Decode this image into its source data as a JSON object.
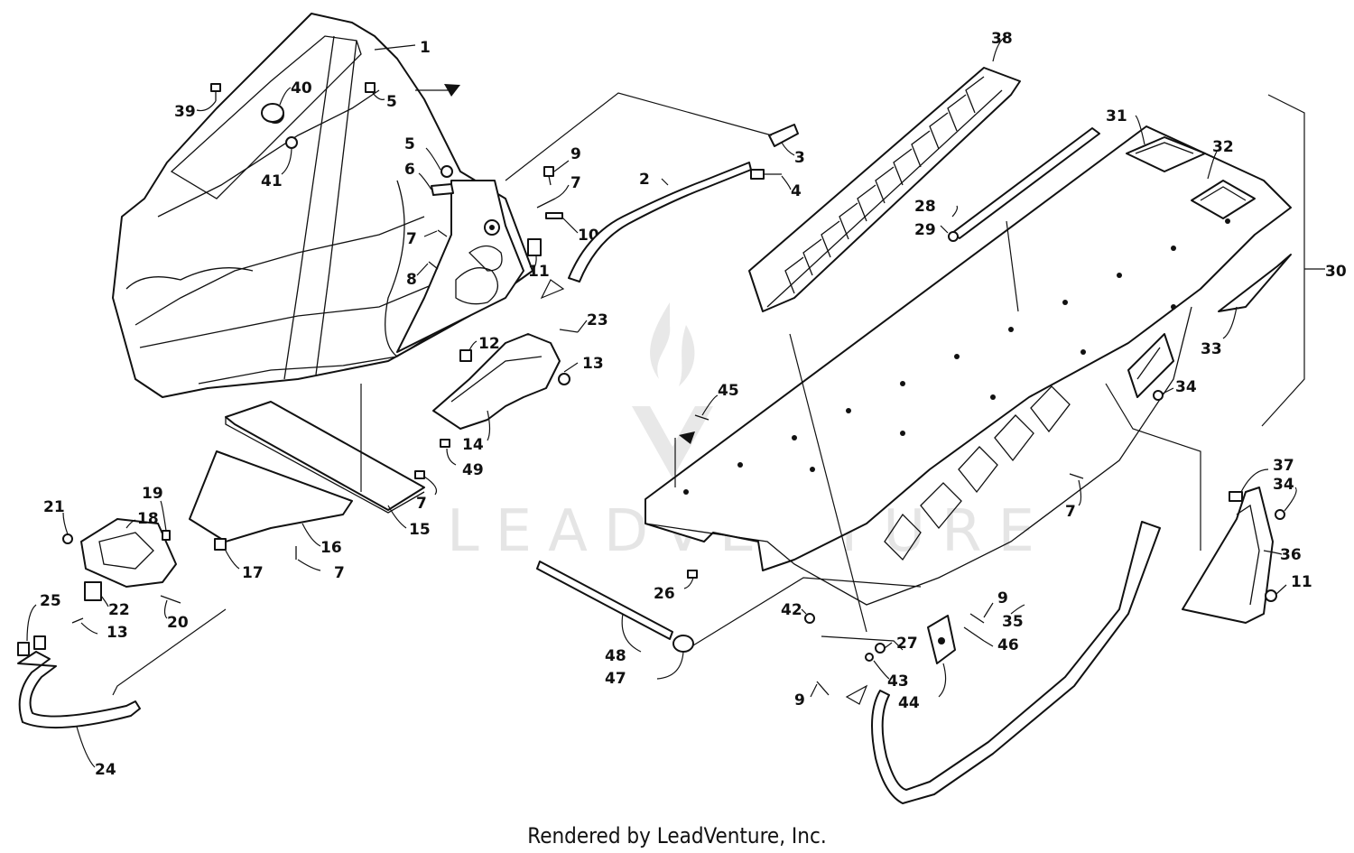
{
  "watermark": {
    "text": "LEADVENTURE"
  },
  "footer": {
    "text": "Rendered by LeadVenture, Inc."
  },
  "callouts": {
    "c1": "1",
    "c2": "2",
    "c3": "3",
    "c4": "4",
    "c5a": "5",
    "c5b": "5",
    "c6": "6",
    "c7a": "7",
    "c7b": "7",
    "c7c": "7",
    "c7d": "7",
    "c7e": "7",
    "c8": "8",
    "c9a": "9",
    "c9b": "9",
    "c9c": "9",
    "c10": "10",
    "c11a": "11",
    "c11b": "11",
    "c12": "12",
    "c13a": "13",
    "c13b": "13",
    "c14": "14",
    "c15": "15",
    "c16": "16",
    "c17": "17",
    "c18": "18",
    "c19": "19",
    "c20": "20",
    "c21": "21",
    "c22": "22",
    "c23": "23",
    "c24": "24",
    "c25": "25",
    "c26": "26",
    "c27": "27",
    "c28": "28",
    "c29": "29",
    "c30": "30",
    "c31": "31",
    "c32": "32",
    "c33": "33",
    "c34a": "34",
    "c34b": "34",
    "c35": "35",
    "c36": "36",
    "c37": "37",
    "c38": "38",
    "c39": "39",
    "c40": "40",
    "c41": "41",
    "c42": "42",
    "c43": "43",
    "c44": "44",
    "c45": "45",
    "c46": "46",
    "c47": "47",
    "c48": "48",
    "c49": "49"
  }
}
